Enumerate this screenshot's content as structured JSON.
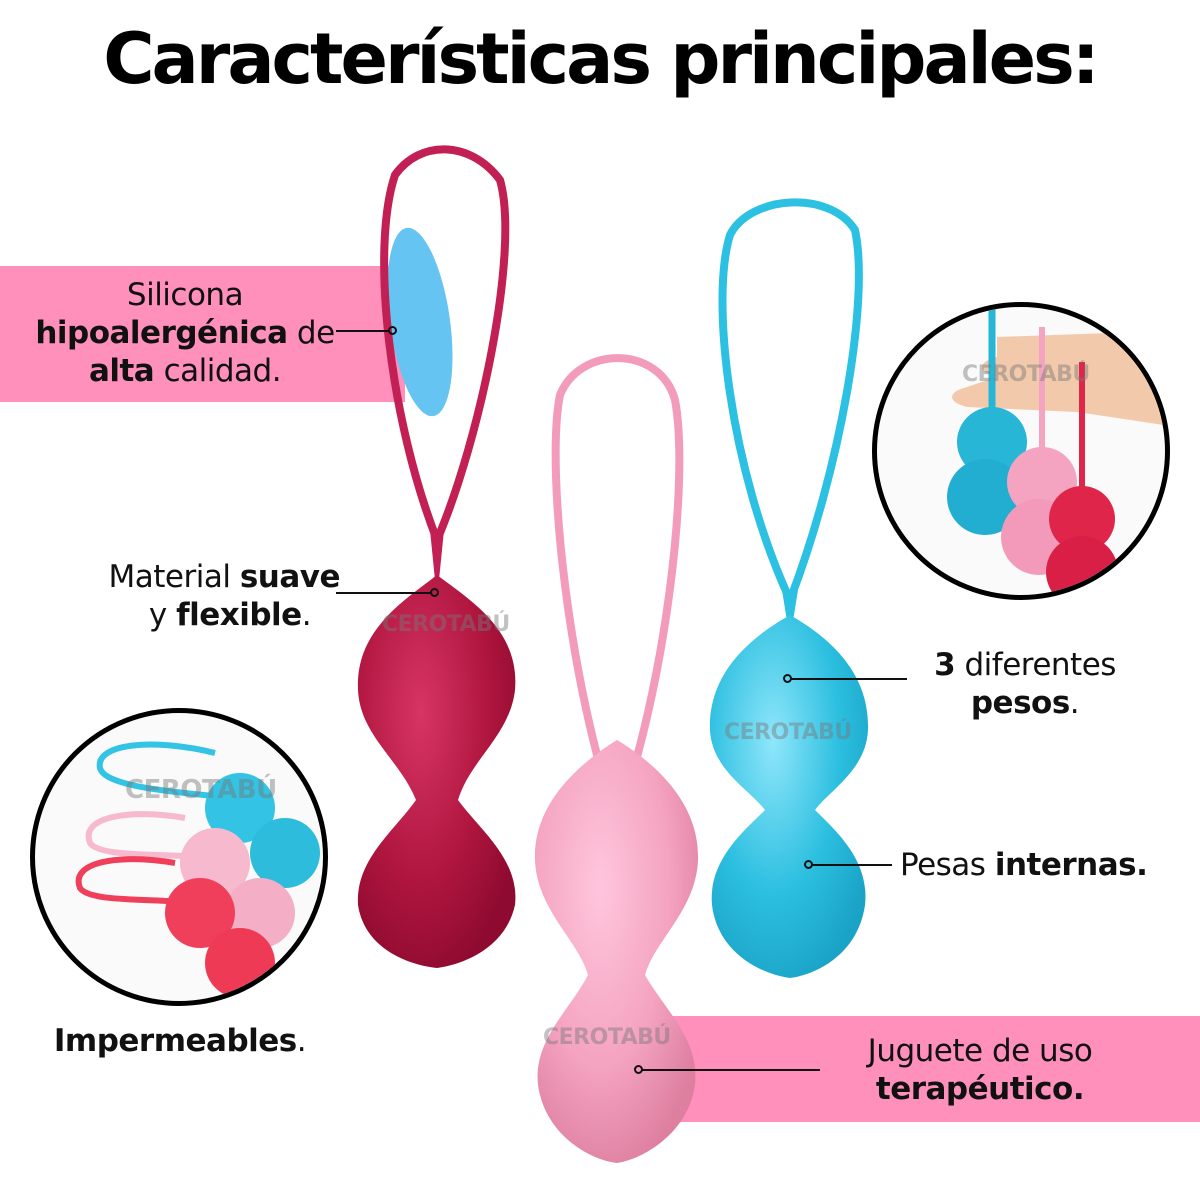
{
  "title": "Características principales:",
  "watermark": "CEROTABÚ",
  "colors": {
    "band_pink": "#ff8fbb",
    "ball_red": "#b0163f",
    "ball_pink": "#f4a3c0",
    "ball_blue": "#2cbfe0",
    "accent_blue_oval": "#66c4f2"
  },
  "features": [
    {
      "id": "silicona",
      "line1": "Silicona",
      "bold": "hipoalergénica",
      "rest": " de",
      "line3_bold": "alta",
      "line3_rest": " calidad."
    },
    {
      "id": "material",
      "line1_plain": "Material ",
      "line1_bold": "suave",
      "line2_plain": "y ",
      "line2_bold": "flexible",
      "line2_end": "."
    },
    {
      "id": "pesos",
      "line1_bold": "3",
      "line1_plain": " diferentes",
      "line2_bold": "pesos",
      "line2_end": "."
    },
    {
      "id": "internas",
      "plain": "Pesas ",
      "bold": "internas."
    },
    {
      "id": "terapeutico",
      "line1": "Juguete de uso",
      "line2_bold": "terapéutico."
    },
    {
      "id": "impermeables",
      "bold": "Impermeables",
      "end": "."
    }
  ],
  "inset_images": [
    {
      "id": "hand-inset",
      "description": "hand holding three kegel ball sets"
    },
    {
      "id": "flatlay-inset",
      "description": "three kegel ball sets lying flat"
    }
  ]
}
